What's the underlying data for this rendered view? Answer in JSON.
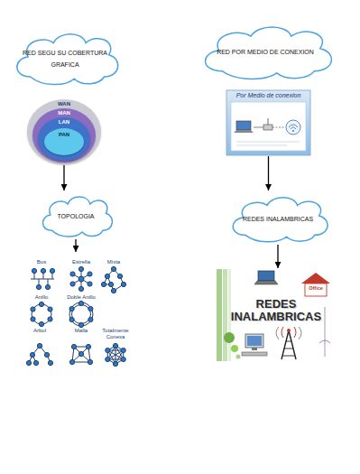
{
  "diagram": {
    "nodes": [
      {
        "text": [
          "RED SEGU SU COBERTURA GRAFICA"
        ]
      },
      {
        "text": [
          "RED POR MEDIO DE CONEXION"
        ]
      },
      {
        "text": [
          "WAN"
        ]
      },
      {
        "text": [
          "MAN"
        ],
        "in": 2
      },
      {
        "text": [
          "LAN"
        ],
        "in": 3
      },
      {
        "text": [
          "PAN"
        ],
        "in": 4
      },
      {
        "text": [
          "Por Medio de conexion"
        ]
      },
      {
        "text": [
          "TOPOLOGIA"
        ]
      },
      {
        "text": [
          "REDES INALAMBRICAS"
        ]
      },
      {
        "text": [
          "Bus",
          "Estrella",
          "Mixta",
          "Anillo",
          "Doble Anillo",
          "Arbol",
          "Malla",
          "Totalmente Conexa"
        ]
      },
      {
        "text": [
          "REDES INALAMBRICAS"
        ]
      }
    ],
    "edges": [
      {
        "from": 2,
        "to": 7,
        "arrow": "to"
      },
      {
        "from": 6,
        "to": 8,
        "arrow": "to"
      },
      {
        "from": 7,
        "to": 9,
        "arrow": "to"
      },
      {
        "from": 8,
        "to": 10,
        "arrow": "to"
      }
    ],
    "labels": [
      "Office"
    ]
  }
}
